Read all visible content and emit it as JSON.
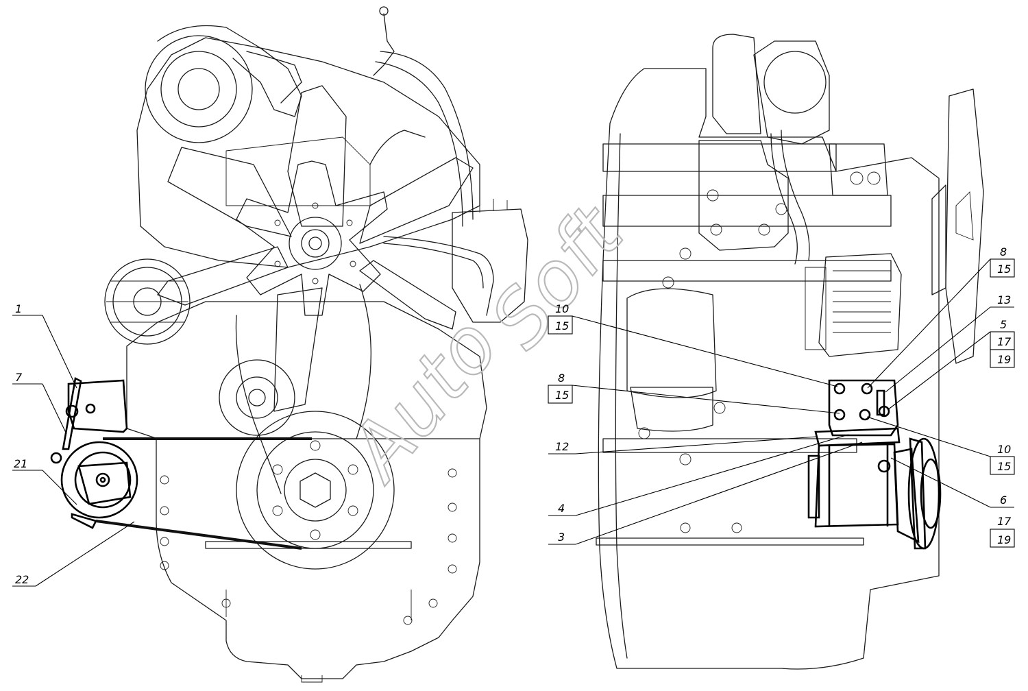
{
  "watermark": {
    "part1": "Auto",
    "part2": "Soft"
  },
  "left_view": {
    "callouts": [
      {
        "id": "c1",
        "label": "1"
      },
      {
        "id": "c7",
        "label": "7"
      },
      {
        "id": "c21",
        "label": "21"
      },
      {
        "id": "c22",
        "label": "22"
      }
    ]
  },
  "right_view": {
    "callouts": [
      {
        "id": "c10a",
        "top": "10",
        "bottom": "15"
      },
      {
        "id": "c8a",
        "top": "8",
        "bottom": "15"
      },
      {
        "id": "c8b",
        "top": "8",
        "bottom": "15"
      },
      {
        "id": "c13",
        "top": "13"
      },
      {
        "id": "c5",
        "top": "5",
        "stack": [
          "17",
          "19"
        ]
      },
      {
        "id": "c12",
        "top": "12"
      },
      {
        "id": "c10b",
        "top": "10",
        "bottom": "15"
      },
      {
        "id": "c4",
        "top": "4"
      },
      {
        "id": "c6",
        "top": "6",
        "stack": [
          "17",
          "19"
        ]
      },
      {
        "id": "c3",
        "top": "3"
      }
    ]
  }
}
